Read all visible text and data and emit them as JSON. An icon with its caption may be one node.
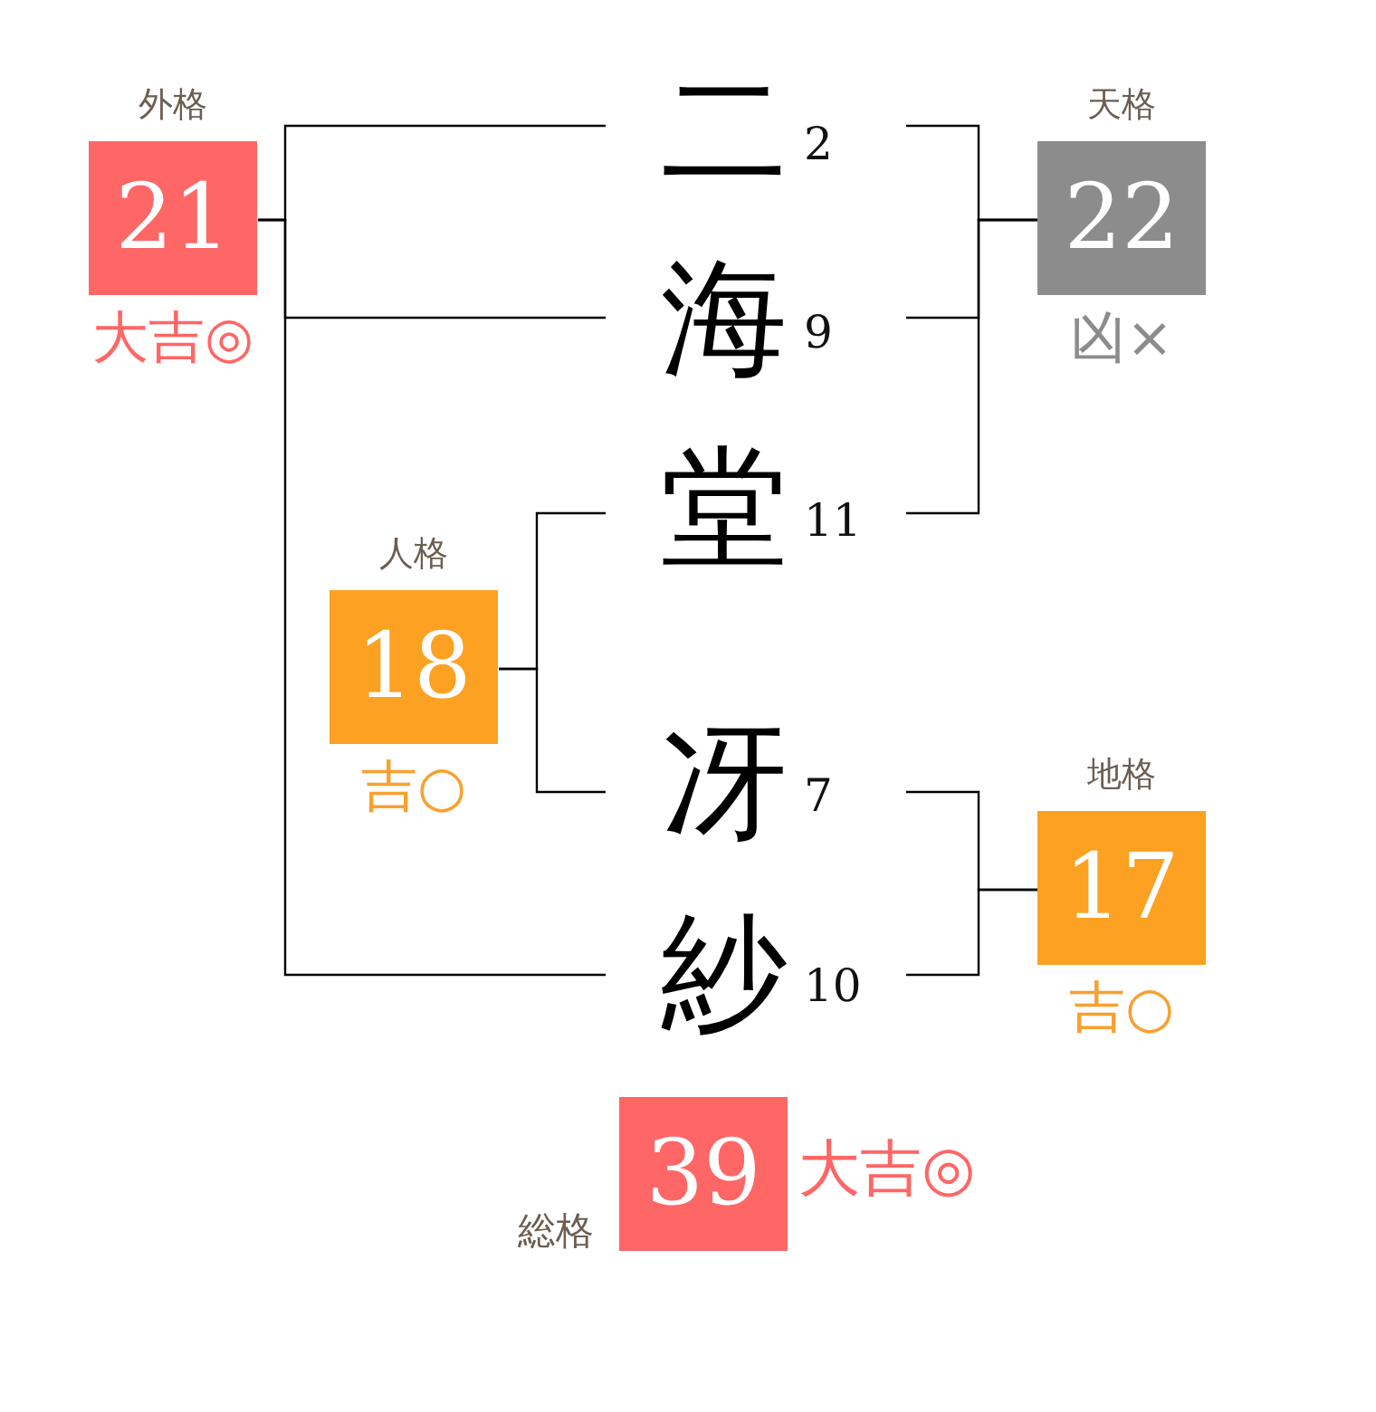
{
  "diagram": {
    "nodes": [
      {
        "text": [
          "外格",
          "21"
        ],
        "beside": [
          "大吉◎"
        ]
      },
      {
        "text": [
          "二"
        ],
        "beside": [
          "2"
        ]
      },
      {
        "text": [
          "天格",
          "22"
        ],
        "beside": [
          "凶×"
        ]
      },
      {
        "text": [
          "海"
        ],
        "beside": [
          "9"
        ]
      },
      {
        "text": [
          "堂"
        ],
        "beside": [
          "11"
        ]
      },
      {
        "text": [
          "人格",
          "18"
        ],
        "beside": [
          "吉○"
        ]
      },
      {
        "text": [
          "冴"
        ],
        "beside": [
          "7"
        ]
      },
      {
        "text": [
          "地格",
          "17"
        ],
        "beside": [
          "吉○"
        ]
      },
      {
        "text": [
          "紗"
        ],
        "beside": [
          "10"
        ]
      },
      {
        "text": [
          "総格",
          "39"
        ],
        "beside": [
          "大吉◎"
        ]
      }
    ],
    "edges": [
      {
        "from": 1,
        "to": 0,
        "arrow": "none"
      },
      {
        "from": 3,
        "to": 0,
        "arrow": "none"
      },
      {
        "from": 8,
        "to": 0,
        "arrow": "none"
      },
      {
        "from": 1,
        "to": 2,
        "arrow": "none"
      },
      {
        "from": 3,
        "to": 2,
        "arrow": "none"
      },
      {
        "from": 4,
        "to": 2,
        "arrow": "none"
      },
      {
        "from": 4,
        "to": 5,
        "arrow": "none"
      },
      {
        "from": 6,
        "to": 5,
        "arrow": "none"
      },
      {
        "from": 6,
        "to": 7,
        "arrow": "none"
      },
      {
        "from": 8,
        "to": 7,
        "arrow": "none"
      }
    ]
  }
}
